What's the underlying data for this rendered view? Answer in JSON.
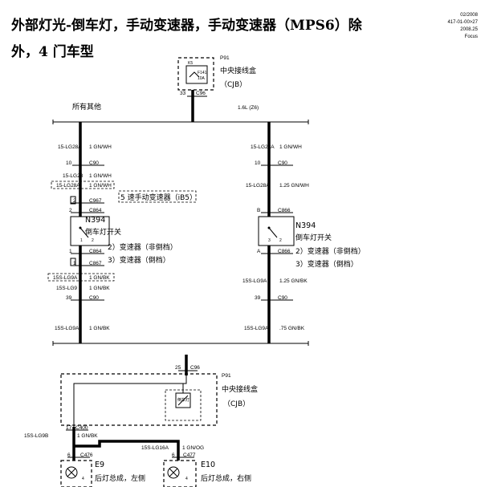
{
  "title": {
    "line1": "外部灯光-倒车灯，手动变速器，手动变速器（MPS6）除",
    "line2": "外，4 门车型"
  },
  "doc_info": {
    "date": "02/2008",
    "code": "417-01-00>27",
    "version": "2008.25",
    "model": "Focus"
  },
  "cjb_top": {
    "id": "P91",
    "name": "中央接线盒",
    "abbr": "（CJB）",
    "fuse_label": "F141",
    "fuse_rating": "10A",
    "fuse_small": "K5",
    "pin": "33",
    "connector": "C96"
  },
  "bus_labels": {
    "left": "所有其他",
    "right": "1.6L (Z6)"
  },
  "left_branch": {
    "w1_code": "15-LG28A",
    "w1_spec": "1 GN/WH",
    "c90_pin": "10",
    "c90": "C90",
    "w2_code": "15-LG28",
    "w2_spec": "1 GN/WH",
    "w3_code": "15-LG28A",
    "w3_spec": "1 GN/WH",
    "c967_pin": "2",
    "c967": "C967",
    "c864_pin": "2",
    "c864": "C864",
    "note_ib5": "5 速手动变速器（iB5）",
    "switch_id": "N394",
    "switch_name": "倒车灯开关",
    "switch_opt1": "2）变速器（非倒档）",
    "switch_opt2": "3）变速器（倒档）",
    "sw_pin1": "1",
    "sw_pin2": "2",
    "c864b_pin": "1",
    "c864b": "C864",
    "c867_pin": "1",
    "c867": "C867",
    "w4_code": "15S-LG9A",
    "w4_spec": "1 GN/BK",
    "w5_code": "15S-LG9",
    "w5_spec": "1 GN/BK",
    "c90b_pin": "39",
    "c90b": "C90",
    "w6_code": "15S-LG9A",
    "w6_spec": "1 GN/BK"
  },
  "right_branch": {
    "w1_code": "15-LG28A",
    "w1_spec": "1 GN/WH",
    "c90_pin": "10",
    "c90": "C90",
    "w2_code": "15-LG28A",
    "w2_spec": "1.25 GN/WH",
    "c866_pin": "B",
    "c866": "C866",
    "switch_id": "N394",
    "switch_name": "倒车灯开关",
    "switch_opt1": "2）变速器（非倒档）",
    "switch_opt2": "3）变速器（倒档）",
    "sw_pin1": "3",
    "sw_pin2": "2",
    "c866b_pin": "A",
    "c866b": "C866",
    "w3_code": "15S-LG9A",
    "w3_spec": "1.25 GN/BK",
    "c90b_pin": "39",
    "c90b": "C90",
    "w4_code": "15S-LG9A",
    "w4_spec": ".75 GN/BK"
  },
  "cjb_bottom": {
    "id": "P91",
    "name": "中央接线盒",
    "abbr": "（CJB）",
    "pin": "25",
    "connector": "C96",
    "relay_label": "倒车灯"
  },
  "lamps": {
    "c400_pin": "17",
    "c400": "C400",
    "w1_code": "15S-LG9B",
    "w1_spec": "1 GN/BK",
    "w2_code": "15S-LG16A",
    "w2_spec": "1 GN/OG",
    "c476_pin": "6",
    "c476": "C476",
    "c477_pin": "6",
    "c477": "C477",
    "left_id": "E9",
    "left_name": "后灯总成，左侧",
    "right_id": "E10",
    "right_name": "后灯总成，右侧",
    "gnd_pin": "4"
  }
}
